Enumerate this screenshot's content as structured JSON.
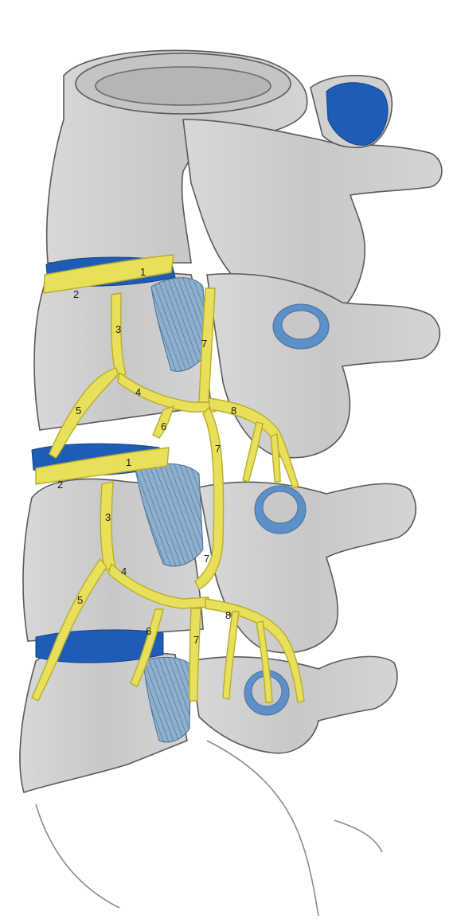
{
  "illustration": {
    "colors": {
      "bone": "#cfcfcf",
      "bone_light": "#e2e2e2",
      "bone_shadow": "#b9b9b9",
      "outline": "#5a5a5a",
      "disc_blue": "#1f5cb8",
      "canal_blue": "#7fa6c9",
      "nerve_yellow": "#e8e05a",
      "nerve_yellow_dark": "#c9c233",
      "paper": "#ffffff"
    },
    "labels": [
      {
        "id": "upper-1",
        "text": "1"
      },
      {
        "id": "upper-2",
        "text": "2"
      },
      {
        "id": "upper-3",
        "text": "3"
      },
      {
        "id": "upper-4",
        "text": "4"
      },
      {
        "id": "upper-5",
        "text": "5"
      },
      {
        "id": "upper-6",
        "text": "6"
      },
      {
        "id": "upper-7a",
        "text": "7"
      },
      {
        "id": "upper-7b",
        "text": "7"
      },
      {
        "id": "upper-8",
        "text": "8"
      },
      {
        "id": "lower-1",
        "text": "1"
      },
      {
        "id": "lower-2",
        "text": "2"
      },
      {
        "id": "lower-3",
        "text": "3"
      },
      {
        "id": "lower-4",
        "text": "4"
      },
      {
        "id": "lower-5",
        "text": "5"
      },
      {
        "id": "lower-6",
        "text": "6"
      },
      {
        "id": "lower-7a",
        "text": "7"
      },
      {
        "id": "lower-7b",
        "text": "7"
      },
      {
        "id": "lower-8",
        "text": "8"
      }
    ]
  }
}
